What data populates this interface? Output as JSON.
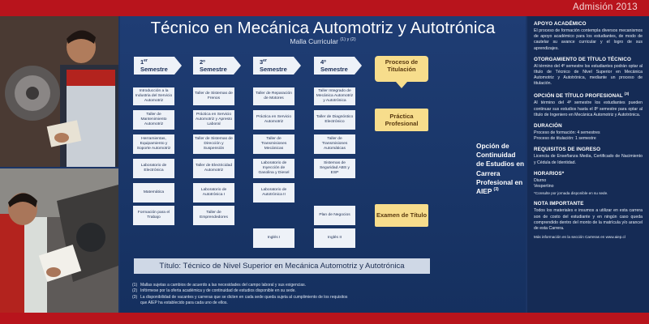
{
  "header": {
    "admision": "Admisión 2013"
  },
  "main": {
    "title": "Técnico en Mecánica Automotriz y Autotrónica",
    "subtitle": "Malla Curricular",
    "subtitle_sup": "(1) y (2)",
    "semesters": [
      {
        "num": "1",
        "suffix": "er",
        "word": " Semestre"
      },
      {
        "num": "2",
        "suffix": "",
        "word": "º Semestre"
      },
      {
        "num": "3",
        "suffix": "er",
        "word": " Semestre"
      },
      {
        "num": "4",
        "suffix": "",
        "word": "º Semestre"
      }
    ],
    "process_label": "Proceso de Titulación",
    "columns": [
      [
        "Introducción a la Industria del Servicio Automotriz",
        "Taller de Mantenimiento Automotriz",
        "Herramientas, Equipamiento y Soporte Automotriz",
        "Laboratorio de Electrónica",
        "Matemática",
        "Formación para el Trabajo"
      ],
      [
        "Taller de Sistemas de Frenos",
        "Práctica en Servicio Automotriz y Apresto Laboral",
        "Taller de Sistemas de Dirección y Suspensión",
        "Taller de Electricidad Automotriz",
        "Laboratorio de Autotrónica I",
        "Taller de Emprendedores"
      ],
      [
        "Taller de Reparación de Motores",
        "Práctica en Servicio Automotriz",
        "Taller de Transmisiones Mecánicas",
        "Laboratorio de Inyección de Gasolina y Diesel",
        "Laboratorio de Autotrónica II",
        "Inglés I"
      ],
      [
        "Taller Integrado de Mecánica Automotriz y Autotrónica",
        "Taller de Diagnóstico Electrónico",
        "Taller de Transmisiones Automáticas",
        "Sistemas de Seguridad ABS y ESP",
        "Plan de Negocios",
        "Inglés II"
      ]
    ],
    "practica": "Práctica Profesional",
    "examen": "Examen de Título",
    "opcion": "Opción de Continuidad de Estudios en Carrera Profesional en AIEP",
    "opcion_sup": "(3)",
    "titulo": "Título: Técnico de Nivel Superior en Mecánica Automotriz y Autotrónica",
    "notes": [
      {
        "n": "(1)",
        "text": "Mallas sujetas a cambios de acuerdo a las necesidades del campo laboral y sus exigencias."
      },
      {
        "n": "(2)",
        "text": "Infórmese por la oferta académica y de continuidad de estudios disponible en su sede."
      },
      {
        "n": "(3)",
        "text": "La disponibilidad de vacantes y carreras que se dicten en cada sede queda sujeta al cumplimiento de los requisitos que AIEP ha establecido para cada uno de ellos."
      }
    ]
  },
  "right": {
    "apoyo_h": "APOYO ACADÉMICO",
    "apoyo_p": "El proceso de formación contempla diversos mecanismos de apoyo académico para los estudiantes, de modo de cautelar su avance curricular y el logro de sus aprendizajes.",
    "otorg_h": "OTORGAMIENTO DE TÍTULO TÉCNICO",
    "otorg_p": "Al término del 4º semestre los estudiantes podrán optar al título de Técnico de Nivel Superior en Mecánica Automotriz y Autotrónica, mediante un proceso de titulación.",
    "opcion_h": "OPCIÓN DE TÍTULO PROFESIONAL",
    "opcion_sup": "(3)",
    "opcion_p": "Al término del 4º semestre los estudiantes pueden continuar sus estudios hasta el 8º semestre para optar al título de Ingeniero en Mecánica Automotriz y Autotrónica.",
    "duracion_h": "DURACIÓN",
    "duracion_1": "Proceso de formación: 4 semestres",
    "duracion_2": "Proceso de titulación: 1 semestre",
    "requisitos_h": "REQUISITOS DE INGRESO",
    "requisitos_p": "Licencia de Enseñanza Media, Certificado de Nacimiento y Cédula de Identidad.",
    "horarios_h": "HORARIOS*",
    "horarios_1": "Diurno",
    "horarios_2": "Vespertino",
    "horarios_note": "*Consulte por jornada disponible en su sede.",
    "nota_h": "NOTA IMPORTANTE",
    "nota_p": "Todos los materiales e insumos a utilizar en esta carrera son de costo del estudiante y en ningún caso queda comprendido dentro del monto de la matrícula y/o arancel de esta Carrera.",
    "mas": "Más información en la sección Carreras en www.aiep.cl"
  }
}
